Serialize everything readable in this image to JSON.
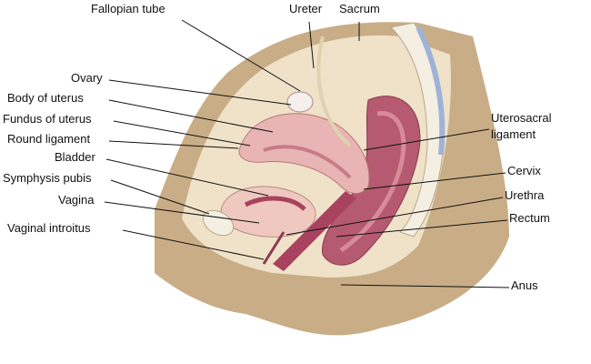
{
  "labels": {
    "fallopian_tube": "Fallopian tube",
    "ureter": "Ureter",
    "sacrum": "Sacrum",
    "ovary": "Ovary",
    "body_of_uterus": "Body of uterus",
    "fundus_of_uterus": "Fundus of uterus",
    "round_ligament": "Round ligament",
    "bladder": "Bladder",
    "symphysis_pubis": "Symphysis pubis",
    "vagina": "Vagina",
    "vaginal_introitus": "Vaginal introitus",
    "uterosacral_ligament_1": "Uterosacral",
    "uterosacral_ligament_2": "ligament",
    "cervix": "Cervix",
    "urethra": "Urethra",
    "rectum": "Rectum",
    "anus": "Anus"
  },
  "colors": {
    "skin": "#c9ad86",
    "pelvis": "#efe2c8",
    "uterus": "#e8b4b4",
    "cavity": "#a8425e",
    "rectum": "#b55a70",
    "bone": "#f4efe2"
  }
}
